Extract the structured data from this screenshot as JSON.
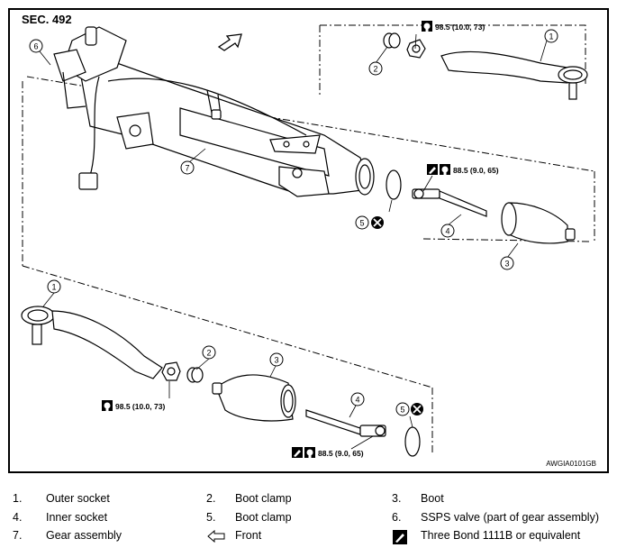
{
  "section": "SEC. 492",
  "figure_code": "AWGIA0101GB",
  "callouts": {
    "n1": "1",
    "n2": "2",
    "n3": "3",
    "n4": "4",
    "n5": "5",
    "n6": "6",
    "n7": "7"
  },
  "torques": {
    "outer_nut": "98.5 (10.0, 73)",
    "inner_socket": "88.5 (9.0, 65)"
  },
  "legend": [
    {
      "num": "1.",
      "label": "Outer socket"
    },
    {
      "num": "2.",
      "label": "Boot clamp"
    },
    {
      "num": "3.",
      "label": "Boot"
    },
    {
      "num": "4.",
      "label": "Inner socket"
    },
    {
      "num": "5.",
      "label": "Boot clamp"
    },
    {
      "num": "6.",
      "label": "SSPS valve (part of gear assembly)"
    },
    {
      "num": "7.",
      "label": "Gear assembly"
    },
    {
      "num": "",
      "label": "Front",
      "icon": "front-arrow-icon"
    },
    {
      "num": "",
      "label": "Three Bond 1111B or equivalent",
      "icon": "sealant-icon"
    }
  ]
}
